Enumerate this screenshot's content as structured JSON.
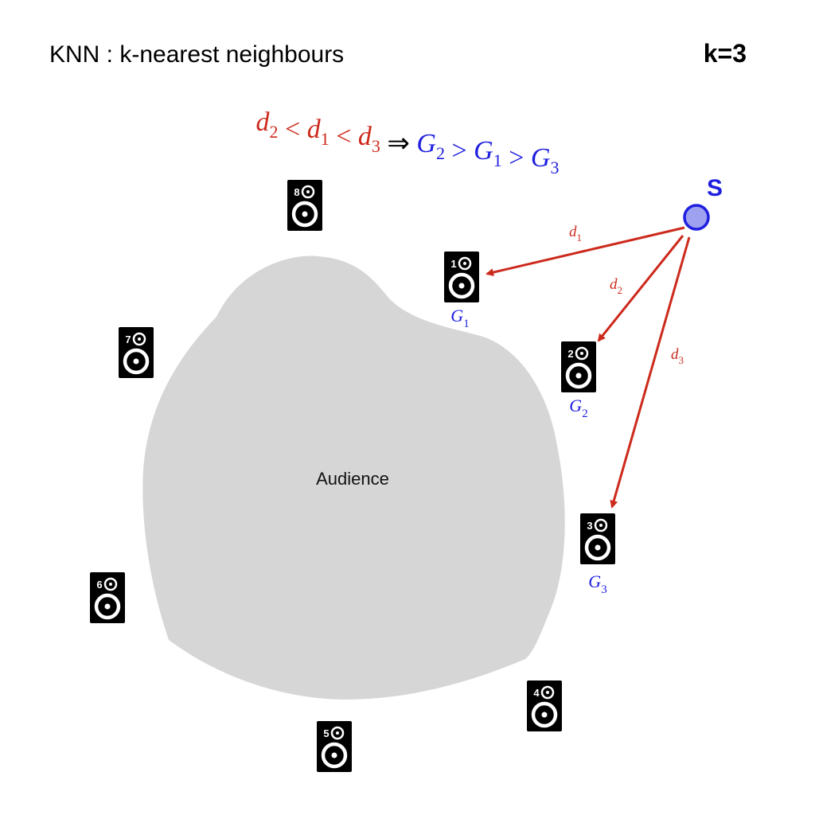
{
  "title": "KNN : k-nearest neighbours",
  "k_label": "k=3",
  "formula": {
    "lhs": [
      {
        "sym": "d",
        "sub": "2"
      },
      {
        "op": "<"
      },
      {
        "sym": "d",
        "sub": "1"
      },
      {
        "op": "<"
      },
      {
        "sym": "d",
        "sub": "3"
      }
    ],
    "implies": "⇒",
    "rhs": [
      {
        "sym": "G",
        "sub": "2"
      },
      {
        "op": ">"
      },
      {
        "sym": "G",
        "sub": "1"
      },
      {
        "op": ">"
      },
      {
        "sym": "G",
        "sub": "3"
      }
    ]
  },
  "audience_label": "Audience",
  "source_label": "S",
  "colors": {
    "red": "#cc2a1c",
    "blue": "#1f1fe0",
    "source_fill": "#9ea0f0",
    "audience_fill": "#d6d6d6",
    "speaker": "#000000"
  },
  "speakers": [
    {
      "id": "1",
      "group": {
        "sym": "G",
        "sub": "1"
      }
    },
    {
      "id": "2",
      "group": {
        "sym": "G",
        "sub": "2"
      }
    },
    {
      "id": "3",
      "group": {
        "sym": "G",
        "sub": "3"
      }
    },
    {
      "id": "4"
    },
    {
      "id": "5"
    },
    {
      "id": "6"
    },
    {
      "id": "7"
    },
    {
      "id": "8"
    }
  ],
  "distances": [
    {
      "sym": "d",
      "sub": "1",
      "to": "1"
    },
    {
      "sym": "d",
      "sub": "2",
      "to": "2"
    },
    {
      "sym": "d",
      "sub": "3",
      "to": "3"
    }
  ]
}
